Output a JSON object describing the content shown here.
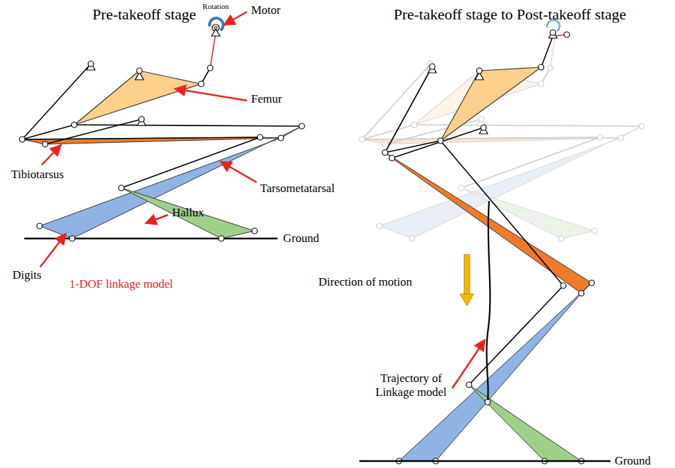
{
  "diagram": {
    "labels": [
      "Pre-takeoff stage",
      "Pre-takeoff stage to Post-takeoff stage",
      "Rotation",
      "Motor",
      "Femur",
      "Tibiotarsus",
      "Tarsometatarsal",
      "Hallux",
      "Digits",
      "Ground",
      "1-DOF linkage model",
      "Direction of motion",
      "Trajectory of Linkage model",
      "Ground"
    ]
  }
}
